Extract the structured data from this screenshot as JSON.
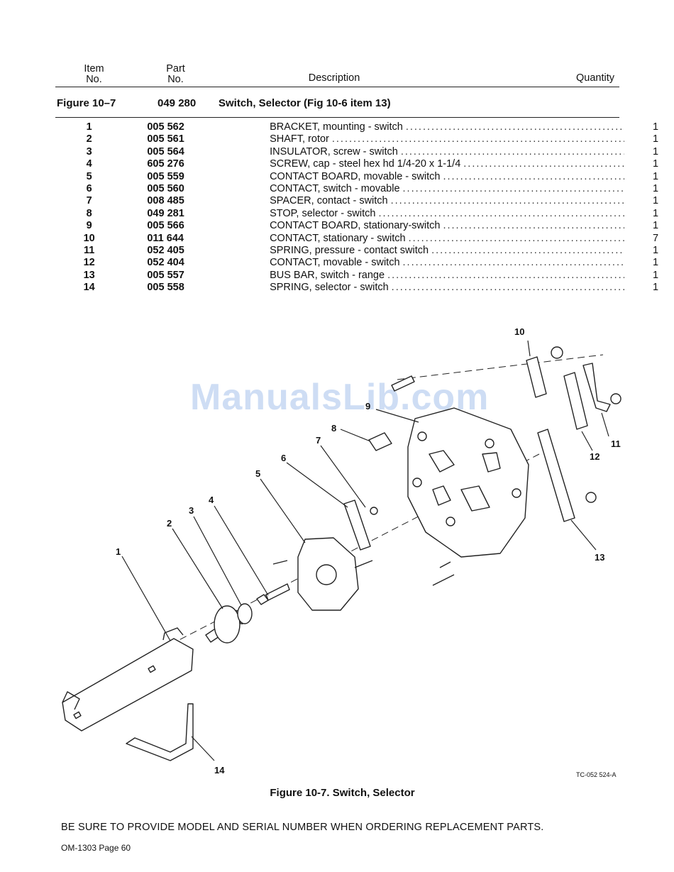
{
  "headers": {
    "item": [
      "Item",
      "No."
    ],
    "part": [
      "Part",
      "No."
    ],
    "description": "Description",
    "quantity": "Quantity"
  },
  "figure_row": {
    "figure": "Figure 10–7",
    "part": "049 280",
    "description": "Switch, Selector (Fig 10-6 item 13)"
  },
  "parts": [
    {
      "item": "1",
      "part": "005 562",
      "description": "BRACKET, mounting - switch",
      "qty": "1"
    },
    {
      "item": "2",
      "part": "005 561",
      "description": "SHAFT, rotor",
      "qty": "1"
    },
    {
      "item": "3",
      "part": "005 564",
      "description": "INSULATOR, screw - switch",
      "qty": "1"
    },
    {
      "item": "4",
      "part": "605 276",
      "description": "SCREW, cap - steel hex hd 1/4-20 x 1-1/4",
      "qty": "1"
    },
    {
      "item": "5",
      "part": "005 559",
      "description": "CONTACT BOARD, movable - switch",
      "qty": "1"
    },
    {
      "item": "6",
      "part": "005 560",
      "description": "CONTACT, switch - movable",
      "qty": "1"
    },
    {
      "item": "7",
      "part": "008 485",
      "description": "SPACER, contact - switch",
      "qty": "1"
    },
    {
      "item": "8",
      "part": "049 281",
      "description": "STOP, selector - switch",
      "qty": "1"
    },
    {
      "item": "9",
      "part": "005 566",
      "description": "CONTACT BOARD, stationary-switch",
      "qty": "1"
    },
    {
      "item": "10",
      "part": "011 644",
      "description": "CONTACT, stationary - switch",
      "qty": "7"
    },
    {
      "item": "11",
      "part": "052 405",
      "description": "SPRING, pressure - contact switch",
      "qty": "1"
    },
    {
      "item": "12",
      "part": "052 404",
      "description": "CONTACT, movable - switch",
      "qty": "1"
    },
    {
      "item": "13",
      "part": "005 557",
      "description": "BUS BAR, switch - range",
      "qty": "1"
    },
    {
      "item": "14",
      "part": "005 558",
      "description": "SPRING, selector - switch",
      "qty": "1"
    }
  ],
  "diagram": {
    "callouts": [
      "1",
      "2",
      "3",
      "4",
      "5",
      "6",
      "7",
      "8",
      "9",
      "10",
      "11",
      "12",
      "13",
      "14"
    ],
    "reference": "TC-052 524-A",
    "watermark": "ManualsLib.com"
  },
  "caption": "Figure 10-7. Switch, Selector",
  "notice": "BE SURE TO PROVIDE MODEL AND SERIAL NUMBER WHEN ORDERING REPLACEMENT PARTS.",
  "footer": "OM-1303 Page 60"
}
